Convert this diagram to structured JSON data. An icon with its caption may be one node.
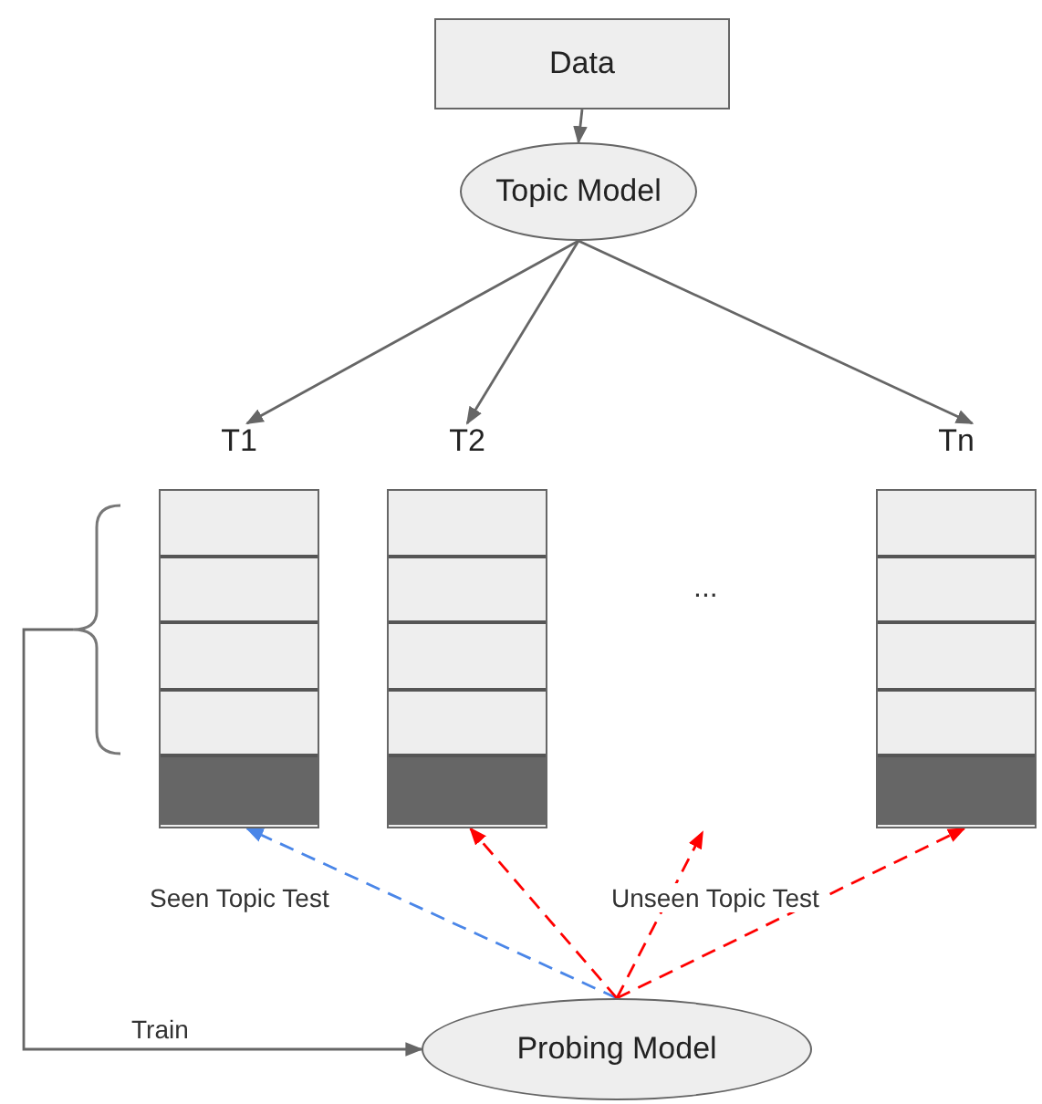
{
  "diagram": {
    "nodes": [
      {
        "text": [
          "Data"
        ]
      },
      {
        "text": [
          "Topic Model"
        ]
      },
      {
        "text": [],
        "shape": "bracket"
      },
      {
        "text": [
          "T1"
        ]
      },
      {
        "text": [
          "T2"
        ]
      },
      {
        "text": [
          "Tn"
        ]
      },
      {
        "text": [
          "Probing Model"
        ]
      }
    ],
    "edges": [
      {
        "from": 0,
        "to": 1,
        "arrow": "to"
      },
      {
        "from": 1,
        "to": 3,
        "arrow": "to"
      },
      {
        "from": 1,
        "to": 4,
        "arrow": "to"
      },
      {
        "from": 1,
        "to": 5,
        "arrow": "to"
      },
      {
        "from": 6,
        "to": 3,
        "arrow": "to",
        "label": "Seen Topic Test",
        "style": "dashed",
        "color": "#4a86e8"
      },
      {
        "from": 6,
        "to": 4,
        "arrow": "to",
        "style": "dashed",
        "color": "#ff0000"
      },
      {
        "from": 6,
        "to": null,
        "arrow": "to",
        "label": "Unseen Topic Test",
        "style": "dashed",
        "color": "#ff0000"
      },
      {
        "from": 6,
        "to": 5,
        "arrow": "to",
        "style": "dashed",
        "color": "#ff0000"
      },
      {
        "from": 2,
        "to": 6,
        "arrow": "to",
        "label": "Train"
      }
    ],
    "labels": [
      "..."
    ]
  }
}
